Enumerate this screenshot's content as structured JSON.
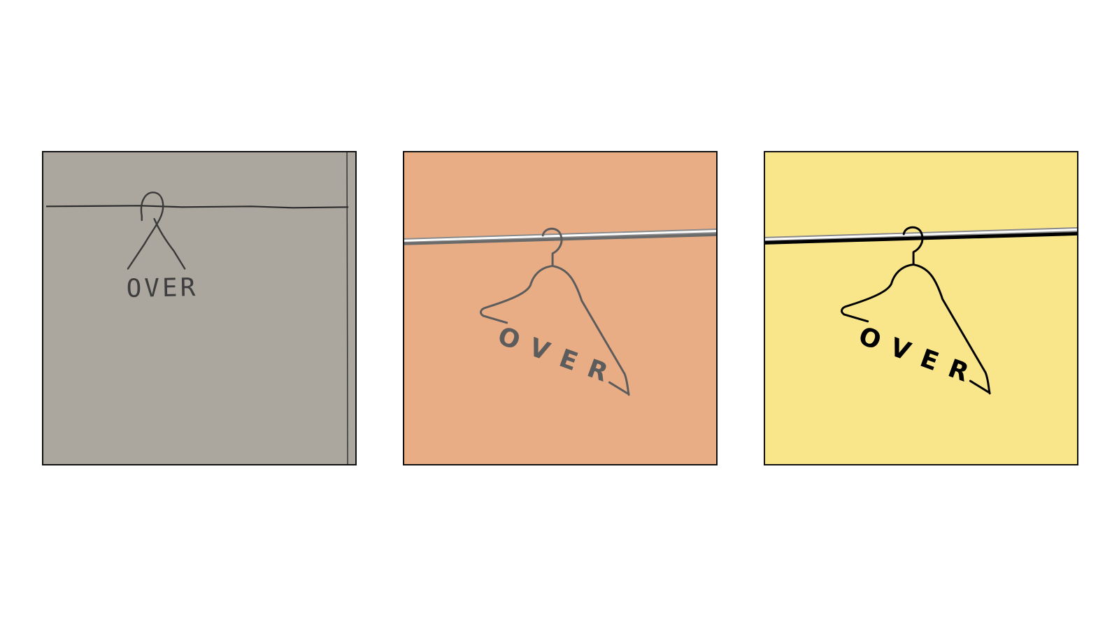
{
  "panels": [
    {
      "id": "sketch",
      "label": "OVER",
      "background": "#a8a49b",
      "ink": "#3e3e3e",
      "style": "pencil sketch"
    },
    {
      "id": "orange-version",
      "label": "OVER",
      "background": "#e8ad85",
      "ink": "#5c5c5c",
      "style": "vector"
    },
    {
      "id": "yellow-version",
      "label": "OVER",
      "background": "#f9e68b",
      "ink": "#000000",
      "style": "vector"
    }
  ],
  "colors": {
    "page_background": "#ffffff",
    "panel_border": "#111111",
    "rail_grey": "#8a8a8a",
    "rail_highlight": "#ffffff"
  },
  "icons": [
    "hanger-icon",
    "clothes-rail-icon"
  ]
}
